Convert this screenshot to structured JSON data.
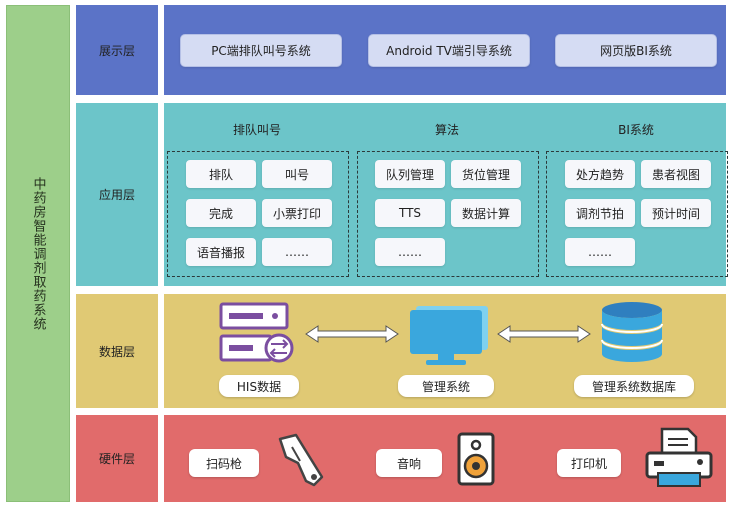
{
  "system_title": "中药房智能调剂取药系统",
  "layers": {
    "display": {
      "label": "展示层",
      "items": [
        "PC端排队叫号系统",
        "Android TV端引导系统",
        "网页版BI系统"
      ]
    },
    "application": {
      "label": "应用层",
      "groups": [
        {
          "title": "排队叫号",
          "items": [
            "排队",
            "叫号",
            "完成",
            "小票打印",
            "语音播报",
            "……"
          ]
        },
        {
          "title": "算法",
          "items": [
            "队列管理",
            "货位管理",
            "TTS",
            "数据计算",
            "……"
          ]
        },
        {
          "title": "BI系统",
          "items": [
            "处方趋势",
            "患者视图",
            "调剂节拍",
            "预计时间",
            "……"
          ]
        }
      ]
    },
    "data": {
      "label": "数据层",
      "nodes": [
        "HIS数据",
        "管理系统",
        "管理系统数据库"
      ]
    },
    "hardware": {
      "label": "硬件层",
      "devices": [
        {
          "label": "扫码枪",
          "icon": "barcode-scanner-icon"
        },
        {
          "label": "音响",
          "icon": "speaker-icon"
        },
        {
          "label": "打印机",
          "icon": "printer-icon"
        }
      ]
    }
  },
  "colors": {
    "system_bar": "#9dcf8a",
    "display_layer": "#5b73c7",
    "application_layer": "#6cc5c9",
    "data_layer": "#e0c974",
    "hardware_layer": "#e16b6b",
    "icon_purple": "#7b4ea0",
    "icon_blue": "#3aa7dd"
  }
}
